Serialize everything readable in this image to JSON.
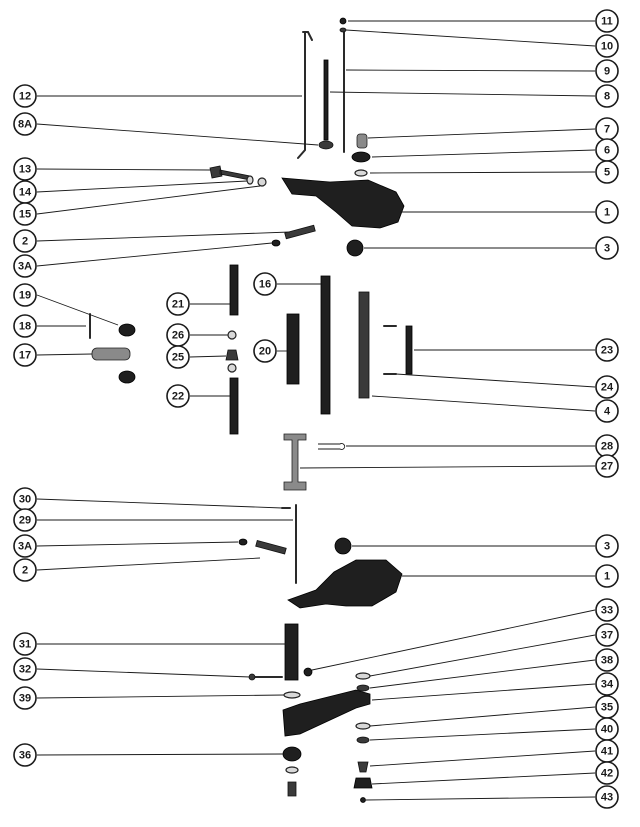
{
  "diagram": {
    "title": "",
    "callouts_right": [
      "11",
      "10",
      "9",
      "8",
      "7",
      "6",
      "5",
      "1",
      "3",
      "23",
      "24",
      "4",
      "28",
      "27",
      "3",
      "1",
      "33",
      "37",
      "38",
      "34",
      "35",
      "40",
      "41",
      "42",
      "43"
    ],
    "callouts_left": [
      "12",
      "8A",
      "13",
      "14",
      "15",
      "2",
      "3A",
      "19",
      "18",
      "17",
      "30",
      "29",
      "3A",
      "2",
      "31",
      "32",
      "39",
      "36"
    ],
    "callouts_middle": [
      "21",
      "26",
      "25",
      "22",
      "16",
      "20"
    ]
  },
  "colors": {
    "ink": "#1a1a1a",
    "paper": "#ffffff",
    "part": "#3a3a3a"
  }
}
